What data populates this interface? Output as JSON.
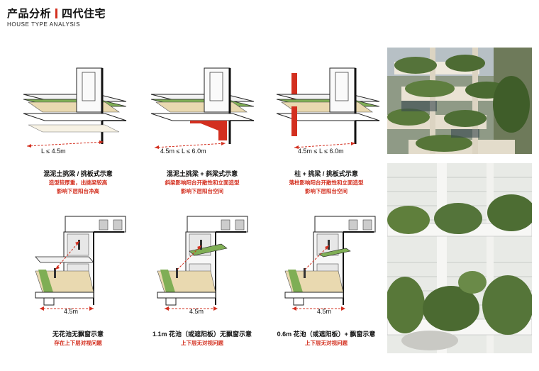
{
  "header": {
    "title_main": "产品分析",
    "title_sub": "四代住宅",
    "subtitle": "HOUSE TYPE ANALYSIS"
  },
  "colors": {
    "accent": "#d32f1f",
    "planter": "#7fae55",
    "floor": "#e9d9b0",
    "line": "#222222"
  },
  "panels": [
    {
      "dim": "L ≤ 4.5m",
      "caption": "混泥土挑梁 / 挑板式示意",
      "notes": [
        "造型较厚重，出挑梁较高",
        "影响下层阳台净高"
      ]
    },
    {
      "dim": "4.5m ≤ L ≤ 6.0m",
      "caption": "混泥土挑梁 + 斜梁式示意",
      "notes": [
        "斜梁影响阳台开敞性和立面造型",
        "影响下层阳台空间"
      ]
    },
    {
      "dim": "4.5m ≤ L ≤ 6.0m",
      "caption": "柱 + 挑梁 / 挑板式示意",
      "notes": [
        "落柱影响阳台开敞性和立面造型",
        "影响下层阳台空间"
      ]
    },
    {
      "dim": "4.5m",
      "caption": "无花池无飘窗示意",
      "notes": [
        "存在上下层对视问题"
      ]
    },
    {
      "dim": "4.5m",
      "caption": "1.1m 花池（或遮阳板）无飘窗示意",
      "notes": [
        "上下层无对视问题"
      ]
    },
    {
      "dim": "4.5m",
      "caption": "0.6m 花池（或遮阳板）+ 飘窗示意",
      "notes": [
        "上下层无对视问题"
      ]
    }
  ],
  "photos": [
    {
      "name": "balcony-garden-photo-top"
    },
    {
      "name": "balcony-garden-photo-bottom"
    }
  ]
}
